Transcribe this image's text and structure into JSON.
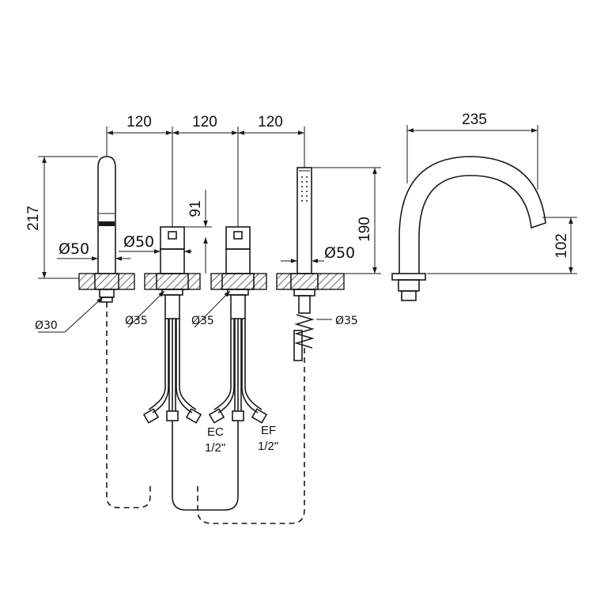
{
  "dimensions": {
    "spacing_1": "120",
    "spacing_2": "120",
    "spacing_3": "120",
    "spout_reach": "235",
    "spout_height": "102",
    "total_height": "217",
    "handle_height": "91",
    "shower_height": "190",
    "dia_50_a": "Ø50",
    "dia_50_b": "Ø50",
    "dia_50_c": "Ø50",
    "dia_30": "Ø30",
    "dia_35_a": "Ø35",
    "dia_35_b": "Ø35",
    "dia_35_c": "Ø35"
  },
  "labels": {
    "hot_code": "EC",
    "hot_size": "1/2\"",
    "cold_code": "EF",
    "cold_size": "1/2\""
  }
}
